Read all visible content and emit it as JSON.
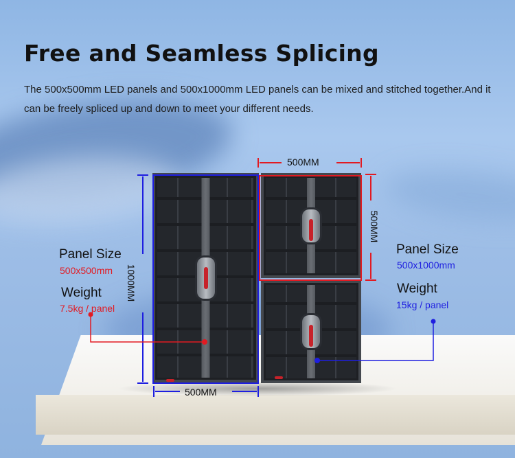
{
  "heading": {
    "title": "Free and Seamless Splicing",
    "description": "The 500x500mm LED panels and 500x1000mm LED panels can be mixed and stitched together.And it can be freely spliced up and down to meet your different needs."
  },
  "dimensions": {
    "top_width": "500MM",
    "right_height": "500MM",
    "left_height": "1000MM",
    "bottom_width": "500MM"
  },
  "left_spec": {
    "size_label": "Panel Size",
    "size_value": "500x500mm",
    "weight_label": "Weight",
    "weight_value": "7.5kg / panel",
    "color": "#e21a22"
  },
  "right_spec": {
    "size_label": "Panel Size",
    "size_value": "500x1000mm",
    "weight_label": "Weight",
    "weight_value": "15kg / panel",
    "color": "#1e1ee0"
  }
}
